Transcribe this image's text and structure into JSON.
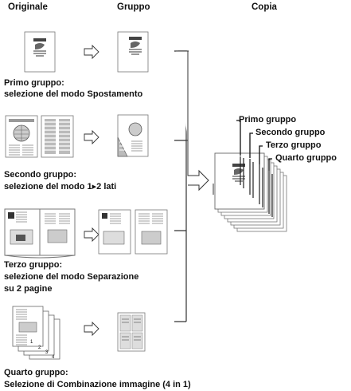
{
  "headers": {
    "original": "Originale",
    "group": "Gruppo",
    "copy": "Copia"
  },
  "groups": [
    {
      "line1": "Primo gruppo:",
      "line2": "selezione del modo Spostamento"
    },
    {
      "line1": "Secondo gruppo:",
      "line2": "selezione del modo 1▸2 lati"
    },
    {
      "line1": "Terzo gruppo:",
      "line2": "selezione del modo Separazione",
      "line3": "su 2 pagine"
    },
    {
      "line1": "Quarto gruppo:",
      "line2": "Selezione di Combinazione immagine (4 in 1)"
    }
  ],
  "copy_labels": [
    "Primo gruppo",
    "Secondo gruppo",
    "Terzo gruppo",
    "Quarto gruppo"
  ],
  "page_numbers": [
    "1",
    "2",
    "3",
    "4"
  ]
}
